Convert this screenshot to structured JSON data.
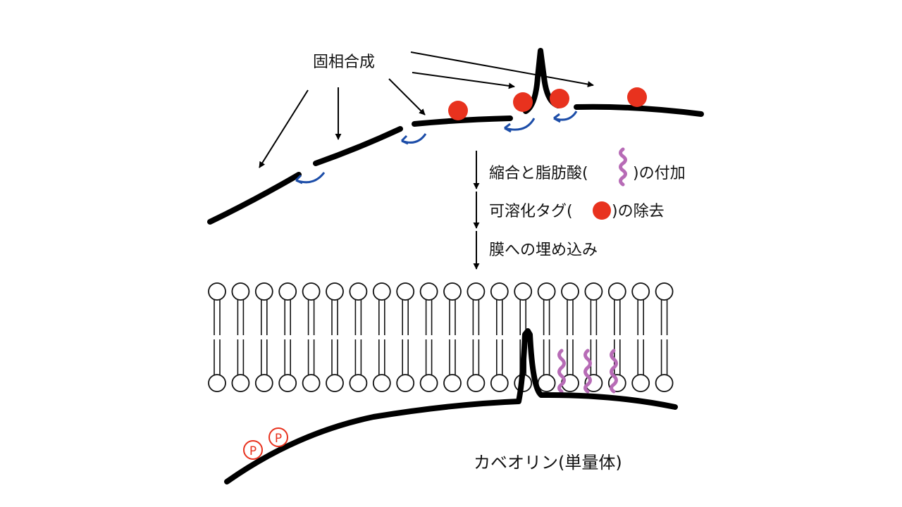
{
  "labels": {
    "solid_phase": "固相合成",
    "step1_pre": "縮合と脂肪酸(",
    "step1_post": ")の付加",
    "step2_pre": "可溶化タグ(",
    "step2_post": ")の除去",
    "step3": "膜への埋め込み",
    "product": "カベオリン(単量体)",
    "phospho": "P"
  },
  "colors": {
    "peptide": "#000000",
    "tag": "#e8321e",
    "ligation": "#1c4da8",
    "fatty_acid": "#b76bb6",
    "phospho": "#e8321e",
    "lipid": "#111111"
  },
  "icons": [
    "solubility-tag-icon",
    "fatty-acid-icon",
    "phosphate-icon",
    "lipid-icon"
  ]
}
